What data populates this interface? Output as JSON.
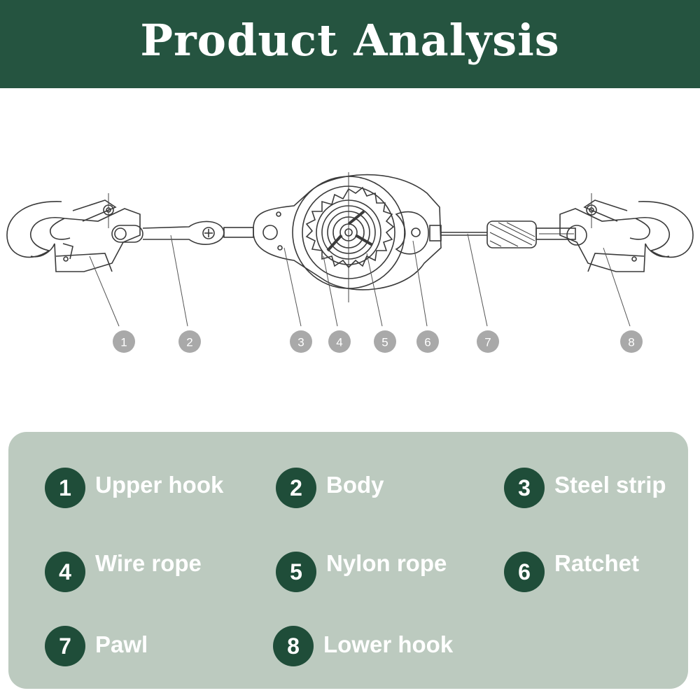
{
  "header": {
    "title": "Product Analysis"
  },
  "diagram": {
    "callouts": [
      "1",
      "2",
      "3",
      "4",
      "5",
      "6",
      "7",
      "8"
    ]
  },
  "legend": {
    "items": [
      {
        "number": "1",
        "label": "Upper hook"
      },
      {
        "number": "2",
        "label": "Body"
      },
      {
        "number": "3",
        "label": "Steel strip"
      },
      {
        "number": "4",
        "label": "Wire rope"
      },
      {
        "number": "5",
        "label": "Nylon rope"
      },
      {
        "number": "6",
        "label": "Ratchet"
      },
      {
        "number": "7",
        "label": "Pawl"
      },
      {
        "number": "8",
        "label": "Lower hook"
      }
    ]
  },
  "colors": {
    "header_bg": "#255440",
    "legend_bg": "#bccabf",
    "badge_dark": "#1f4d39",
    "callout_grey": "#a9a9a9"
  }
}
